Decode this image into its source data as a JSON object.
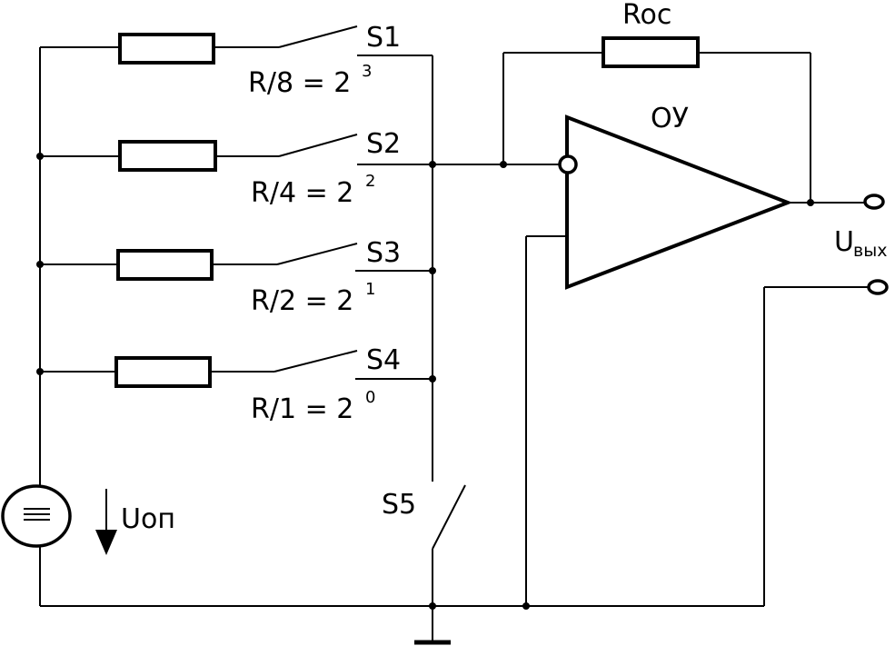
{
  "labels": {
    "rfb": "Roc",
    "opamp": "ОУ",
    "uout_main": "U",
    "uout_sub": "вых",
    "uref": "Uоп",
    "s1": "S1",
    "s2": "S2",
    "s3": "S3",
    "s4": "S4",
    "s5": "S5"
  },
  "weights": [
    {
      "text": "R/8 = 2",
      "exp": "3"
    },
    {
      "text": "R/4 = 2",
      "exp": "2"
    },
    {
      "text": "R/2 = 2",
      "exp": "1"
    },
    {
      "text": "R/1 = 2",
      "exp": "0"
    }
  ]
}
